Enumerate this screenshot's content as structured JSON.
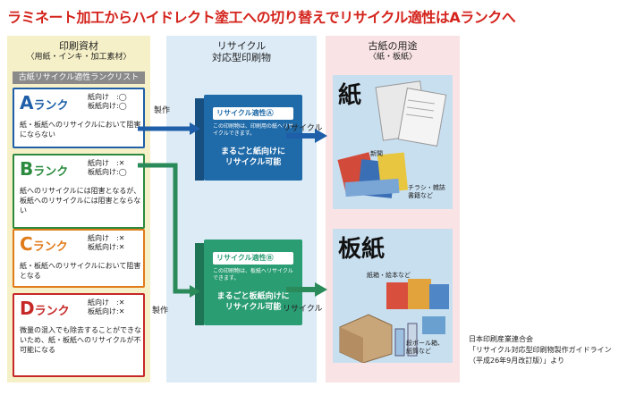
{
  "title": "ラミネート加工からハイドレクト塗工への切り替えでリサイクル適性はAランクへ",
  "left": {
    "header": "印刷資材",
    "subheader": "〈用紙・インキ・加工素材〉",
    "list_label": "古紙リサイクル適性ランクリスト",
    "ranks": [
      {
        "letter": "A",
        "suffix": "ランク",
        "targets": "紙向け　:◯\n板紙向け:◯",
        "desc": "紙・板紙へのリサイクルにおいて阻害にならない"
      },
      {
        "letter": "B",
        "suffix": "ランク",
        "targets": "紙向け　:✕\n板紙向け:◯",
        "desc": "紙へのリサイクルには阻害となるが、板紙へのリサイクルには阻害とならない"
      },
      {
        "letter": "C",
        "suffix": "ランク",
        "targets": "紙向け　:✕\n板紙向け:✕",
        "desc": "紙・板紙へのリサイクルにおいて阻害となる"
      },
      {
        "letter": "D",
        "suffix": "ランク",
        "targets": "紙向け　:✕\n板紙向け:✕",
        "desc": "微量の混入でも除去することができないため、紙・板紙へのリサイクルが不可能になる"
      }
    ]
  },
  "mid": {
    "header": "リサイクル\n対応型印刷物",
    "book_a": {
      "mark": "リサイクル適性Ⓐ",
      "small": "この印刷物は、印刷用の紙へリサイクルできます。",
      "main": "まるごと紙向けに\nリサイクル可能"
    },
    "book_b": {
      "mark": "リサイクル適性Ⓑ",
      "small": "この印刷物は、板紙へリサイクルできます。",
      "main": "まるごと板紙向けに\nリサイクル可能"
    }
  },
  "right": {
    "header": "古紙の用途",
    "subheader": "〈紙・板紙〉",
    "kami": {
      "big": "紙",
      "label_news": "新聞",
      "label_flyer": "チラシ・雑誌\n書籍など"
    },
    "itagami": {
      "big": "板紙",
      "label_box": "紙箱・絵本など",
      "label_cardboard": "段ボール箱、\n紙筒など"
    }
  },
  "labels": {
    "seisaku_top": "製作",
    "seisaku_bottom": "製作",
    "recycle_top": "リサイクル",
    "recycle_bottom": "リサイクル"
  },
  "credit": "日本印刷産業連合会\n「リサイクル対応型印刷物製作ガイドライン\n（平成26年9月改訂版）」より",
  "colors": {
    "title": "#d4231c",
    "rank_a": "#1e5fa8",
    "rank_b": "#2b8a3e",
    "rank_c": "#e07b1a",
    "rank_d": "#c62828",
    "arrow_blue": "#1f5ea8",
    "arrow_green": "#2a8a5a"
  }
}
